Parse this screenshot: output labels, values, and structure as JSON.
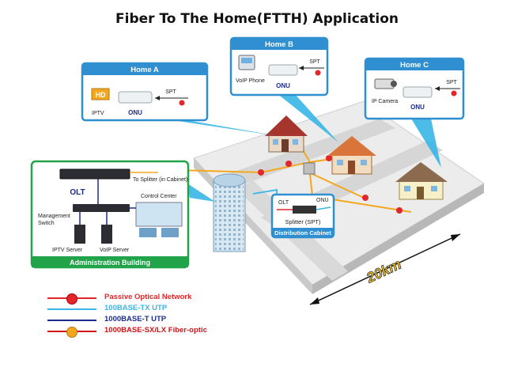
{
  "title": "Fiber To The Home(FTTH) Application",
  "homes": [
    {
      "name": "Home A",
      "device": "IPTV",
      "onu": "ONU",
      "spt": "SPT"
    },
    {
      "name": "Home B",
      "device": "VoIP Phone",
      "onu": "ONU",
      "spt": "SPT"
    },
    {
      "name": "Home C",
      "device": "IP Camera",
      "onu": "ONU",
      "spt": "SPT"
    }
  ],
  "admin": {
    "title": "Administration Building",
    "olt": "OLT",
    "to_splitter": "To Splitter (in Cabinet)",
    "control_center": "Control Center",
    "management_switch_1": "Management",
    "management_switch_2": "Switch",
    "iptv_server": "IPTV Server",
    "voip_server": "VoIP Server"
  },
  "cabinet": {
    "olt": "OLT",
    "onu": "ONU",
    "splitter": "Splitter (SPT)",
    "title": "Distribution Cabinet"
  },
  "distance": "20km",
  "legend": [
    {
      "label": "Passive Optical Network",
      "color": "#e2262a"
    },
    {
      "label": "100BASE-TX UTP",
      "color": "#38b6e6"
    },
    {
      "label": "1000BASE-T UTP",
      "color": "#1d2c8c"
    },
    {
      "label": "1000BASE-SX/LX Fiber-optic",
      "color": "#d0161c"
    }
  ],
  "colors": {
    "home_header": "#2f8fd0",
    "admin_green": "#21a34a",
    "fiber": "#f4a71d",
    "ground": "#e8e8e8"
  }
}
